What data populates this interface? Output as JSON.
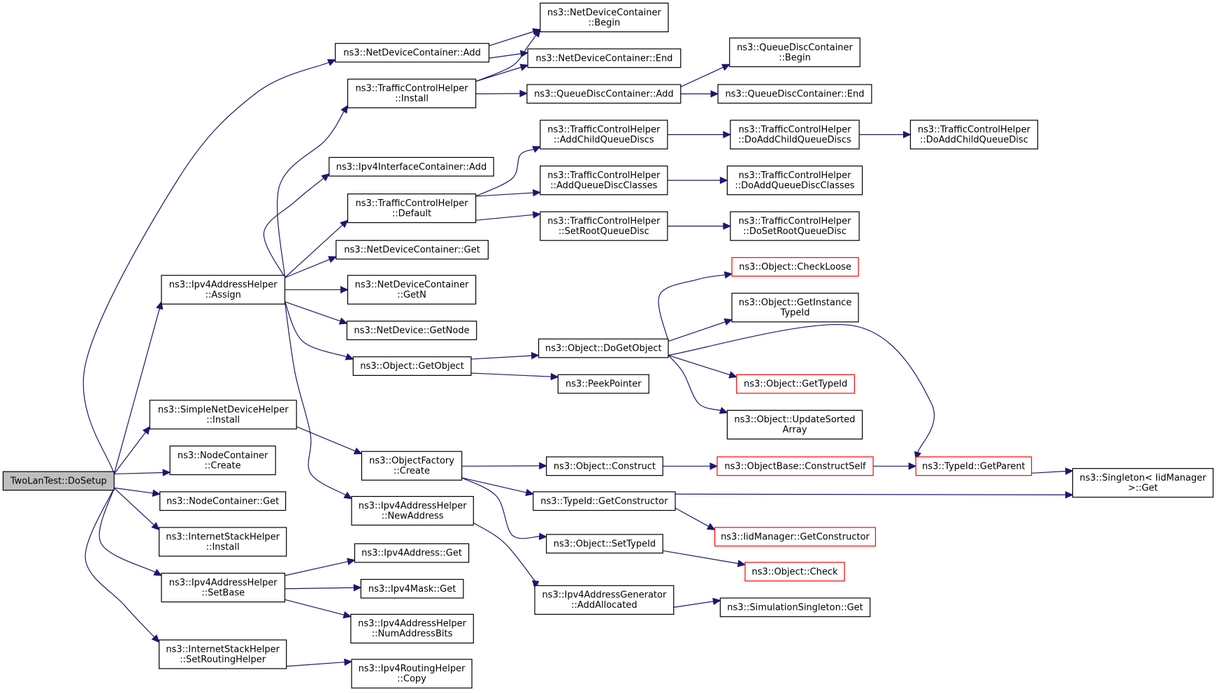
{
  "diagram": {
    "nodes": [
      {
        "id": "root",
        "lines": [
          "TwoLanTest::DoSetup"
        ],
        "style": "root"
      },
      {
        "id": "ndc_add",
        "lines": [
          "ns3::NetDeviceContainer::Add"
        ]
      },
      {
        "id": "ndc_begin",
        "lines": [
          "ns3::NetDeviceContainer",
          "::Begin"
        ]
      },
      {
        "id": "ndc_end",
        "lines": [
          "ns3::NetDeviceContainer::End"
        ]
      },
      {
        "id": "tch_install",
        "lines": [
          "ns3::TrafficControlHelper",
          "::Install"
        ]
      },
      {
        "id": "qdc_begin",
        "lines": [
          "ns3::QueueDiscContainer",
          "::Begin"
        ]
      },
      {
        "id": "qdc_add",
        "lines": [
          "ns3::QueueDiscContainer::Add"
        ]
      },
      {
        "id": "qdc_end",
        "lines": [
          "ns3::QueueDiscContainer::End"
        ]
      },
      {
        "id": "tch_addchild",
        "lines": [
          "ns3::TrafficControlHelper",
          "::AddChildQueueDiscs"
        ]
      },
      {
        "id": "tch_doaddchilds",
        "lines": [
          "ns3::TrafficControlHelper",
          "::DoAddChildQueueDiscs"
        ]
      },
      {
        "id": "tch_doaddchild",
        "lines": [
          "ns3::TrafficControlHelper",
          "::DoAddChildQueueDisc"
        ]
      },
      {
        "id": "ipv4ic_add",
        "lines": [
          "ns3::Ipv4InterfaceContainer::Add"
        ]
      },
      {
        "id": "tch_addqdclasses",
        "lines": [
          "ns3::TrafficControlHelper",
          "::AddQueueDiscClasses"
        ]
      },
      {
        "id": "tch_doaddqdclasses",
        "lines": [
          "ns3::TrafficControlHelper",
          "::DoAddQueueDiscClasses"
        ]
      },
      {
        "id": "tch_default",
        "lines": [
          "ns3::TrafficControlHelper",
          "::Default"
        ]
      },
      {
        "id": "tch_setroot",
        "lines": [
          "ns3::TrafficControlHelper",
          "::SetRootQueueDisc"
        ]
      },
      {
        "id": "tch_dosetroot",
        "lines": [
          "ns3::TrafficControlHelper",
          "::DoSetRootQueueDisc"
        ]
      },
      {
        "id": "ndc_get",
        "lines": [
          "ns3::NetDeviceContainer::Get"
        ]
      },
      {
        "id": "obj_checkloose",
        "lines": [
          "ns3::Object::CheckLoose"
        ],
        "style": "red"
      },
      {
        "id": "ipv4ah_assign",
        "lines": [
          "ns3::Ipv4AddressHelper",
          "::Assign"
        ]
      },
      {
        "id": "ndc_getn",
        "lines": [
          "ns3::NetDeviceContainer",
          "::GetN"
        ]
      },
      {
        "id": "obj_getinstance",
        "lines": [
          "ns3::Object::GetInstance",
          "TypeId"
        ]
      },
      {
        "id": "nd_getnode",
        "lines": [
          "ns3::NetDevice::GetNode"
        ]
      },
      {
        "id": "obj_dogetobject",
        "lines": [
          "ns3::Object::DoGetObject"
        ]
      },
      {
        "id": "obj_getobject",
        "lines": [
          "ns3::Object::GetObject"
        ]
      },
      {
        "id": "obj_gettypeid",
        "lines": [
          "ns3::Object::GetTypeId"
        ],
        "style": "red"
      },
      {
        "id": "peekpointer",
        "lines": [
          "ns3::PeekPointer"
        ]
      },
      {
        "id": "obj_updatesorted",
        "lines": [
          "ns3::Object::UpdateSorted",
          "Array"
        ]
      },
      {
        "id": "sndh_install",
        "lines": [
          "ns3::SimpleNetDeviceHelper",
          "::Install"
        ]
      },
      {
        "id": "nc_create",
        "lines": [
          "ns3::NodeContainer",
          "::Create"
        ]
      },
      {
        "id": "of_create",
        "lines": [
          "ns3::ObjectFactory",
          "::Create"
        ]
      },
      {
        "id": "obj_construct",
        "lines": [
          "ns3::Object::Construct"
        ]
      },
      {
        "id": "ob_constructself",
        "lines": [
          "ns3::ObjectBase::ConstructSelf"
        ],
        "style": "red"
      },
      {
        "id": "typeid_getparent",
        "lines": [
          "ns3::TypeId::GetParent"
        ],
        "style": "red"
      },
      {
        "id": "singleton_get",
        "lines": [
          "ns3::Singleton< IidManager",
          " >::Get"
        ]
      },
      {
        "id": "typeid_getconstructor",
        "lines": [
          "ns3::TypeId::GetConstructor"
        ]
      },
      {
        "id": "nc_get",
        "lines": [
          "ns3::NodeContainer::Get"
        ]
      },
      {
        "id": "ipv4ah_newaddress",
        "lines": [
          "ns3::Ipv4AddressHelper",
          "::NewAddress"
        ]
      },
      {
        "id": "iidm_getconstructor",
        "lines": [
          "ns3::IidManager::GetConstructor"
        ],
        "style": "red"
      },
      {
        "id": "ish_install",
        "lines": [
          "ns3::InternetStackHelper",
          "::Install"
        ]
      },
      {
        "id": "obj_settypeid",
        "lines": [
          "ns3::Object::SetTypeId"
        ]
      },
      {
        "id": "ipv4addr_get",
        "lines": [
          "ns3::Ipv4Address::Get"
        ]
      },
      {
        "id": "obj_check",
        "lines": [
          "ns3::Object::Check"
        ],
        "style": "red"
      },
      {
        "id": "ipv4ah_setbase",
        "lines": [
          "ns3::Ipv4AddressHelper",
          "::SetBase"
        ]
      },
      {
        "id": "ipv4mask_get",
        "lines": [
          "ns3::Ipv4Mask::Get"
        ]
      },
      {
        "id": "ipv4ag_addallocated",
        "lines": [
          "ns3::Ipv4AddressGenerator",
          "::AddAllocated"
        ]
      },
      {
        "id": "simsingleton_get",
        "lines": [
          "ns3::SimulationSingleton::Get"
        ]
      },
      {
        "id": "ipv4ah_numaddrbits",
        "lines": [
          "ns3::Ipv4AddressHelper",
          "::NumAddressBits"
        ]
      },
      {
        "id": "ish_setrouting",
        "lines": [
          "ns3::InternetStackHelper",
          "::SetRoutingHelper"
        ]
      },
      {
        "id": "ipv4rh_copy",
        "lines": [
          "ns3::Ipv4RoutingHelper",
          "::Copy"
        ]
      }
    ],
    "edges": [
      {
        "from": "root",
        "to": "ndc_add"
      },
      {
        "from": "root",
        "to": "ipv4ah_assign"
      },
      {
        "from": "root",
        "to": "sndh_install"
      },
      {
        "from": "root",
        "to": "nc_create"
      },
      {
        "from": "root",
        "to": "nc_get"
      },
      {
        "from": "root",
        "to": "ish_install"
      },
      {
        "from": "root",
        "to": "ipv4ah_setbase"
      },
      {
        "from": "root",
        "to": "ish_setrouting"
      },
      {
        "from": "ndc_add",
        "to": "ndc_begin"
      },
      {
        "from": "ndc_add",
        "to": "ndc_end"
      },
      {
        "from": "tch_install",
        "to": "ndc_begin"
      },
      {
        "from": "tch_install",
        "to": "ndc_end"
      },
      {
        "from": "tch_install",
        "to": "qdc_add"
      },
      {
        "from": "qdc_add",
        "to": "qdc_begin"
      },
      {
        "from": "qdc_add",
        "to": "qdc_end"
      },
      {
        "from": "tch_default",
        "to": "tch_addchild"
      },
      {
        "from": "tch_default",
        "to": "tch_addqdclasses"
      },
      {
        "from": "tch_default",
        "to": "tch_setroot"
      },
      {
        "from": "tch_addchild",
        "to": "tch_doaddchilds"
      },
      {
        "from": "tch_doaddchilds",
        "to": "tch_doaddchild"
      },
      {
        "from": "tch_addqdclasses",
        "to": "tch_doaddqdclasses"
      },
      {
        "from": "tch_setroot",
        "to": "tch_dosetroot"
      },
      {
        "from": "ipv4ah_assign",
        "to": "tch_install"
      },
      {
        "from": "ipv4ah_assign",
        "to": "ipv4ic_add"
      },
      {
        "from": "ipv4ah_assign",
        "to": "tch_default"
      },
      {
        "from": "ipv4ah_assign",
        "to": "ndc_get"
      },
      {
        "from": "ipv4ah_assign",
        "to": "ndc_getn"
      },
      {
        "from": "ipv4ah_assign",
        "to": "nd_getnode"
      },
      {
        "from": "ipv4ah_assign",
        "to": "obj_getobject"
      },
      {
        "from": "ipv4ah_assign",
        "to": "ipv4ah_newaddress"
      },
      {
        "from": "obj_getobject",
        "to": "obj_dogetobject"
      },
      {
        "from": "obj_getobject",
        "to": "peekpointer"
      },
      {
        "from": "obj_dogetobject",
        "to": "obj_checkloose"
      },
      {
        "from": "obj_dogetobject",
        "to": "obj_getinstance"
      },
      {
        "from": "obj_dogetobject",
        "to": "obj_gettypeid"
      },
      {
        "from": "obj_dogetobject",
        "to": "obj_updatesorted"
      },
      {
        "from": "obj_dogetobject",
        "to": "typeid_getparent"
      },
      {
        "from": "sndh_install",
        "to": "of_create"
      },
      {
        "from": "of_create",
        "to": "obj_construct"
      },
      {
        "from": "of_create",
        "to": "typeid_getconstructor"
      },
      {
        "from": "of_create",
        "to": "obj_settypeid"
      },
      {
        "from": "obj_construct",
        "to": "ob_constructself"
      },
      {
        "from": "ob_constructself",
        "to": "typeid_getparent"
      },
      {
        "from": "typeid_getparent",
        "to": "singleton_get"
      },
      {
        "from": "typeid_getconstructor",
        "to": "singleton_get"
      },
      {
        "from": "typeid_getconstructor",
        "to": "iidm_getconstructor"
      },
      {
        "from": "obj_settypeid",
        "to": "obj_check"
      },
      {
        "from": "ipv4ah_newaddress",
        "to": "ipv4ag_addallocated"
      },
      {
        "from": "ipv4ag_addallocated",
        "to": "simsingleton_get"
      },
      {
        "from": "ipv4ah_setbase",
        "to": "ipv4addr_get"
      },
      {
        "from": "ipv4ah_setbase",
        "to": "ipv4mask_get"
      },
      {
        "from": "ipv4ah_setbase",
        "to": "ipv4ah_numaddrbits"
      },
      {
        "from": "ish_setrouting",
        "to": "ipv4rh_copy"
      }
    ]
  }
}
